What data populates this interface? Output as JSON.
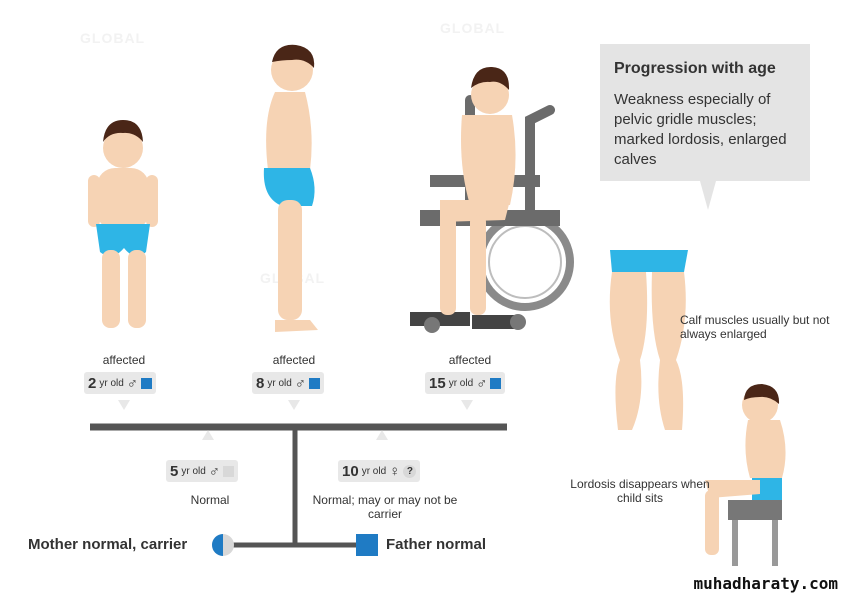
{
  "callout": {
    "title": "Progression with age",
    "body": "Weakness especially of pelvic gridle muscles; marked lordosis, enlarged calves"
  },
  "notes": {
    "calf": "Calf muscles usually but not always enlarged",
    "lordosis": "Lordosis disappears when child sits"
  },
  "children": [
    {
      "status": "affected",
      "age": "2",
      "unit": "yr old",
      "sex": "♂",
      "fill": "#1f7bc4"
    },
    {
      "status": "affected",
      "age": "8",
      "unit": "yr old",
      "sex": "♂",
      "fill": "#1f7bc4"
    },
    {
      "status": "affected",
      "age": "15",
      "unit": "yr old",
      "sex": "♂",
      "fill": "#1f7bc4"
    },
    {
      "status": "Normal",
      "age": "5",
      "unit": "yr old",
      "sex": "♂",
      "fill": "#d8d8d8"
    },
    {
      "status": "Normal; may or may not be carrier",
      "age": "10",
      "unit": "yr old",
      "sex": "♀",
      "symbol": "?"
    }
  ],
  "parents": {
    "mother": "Mother normal, carrier",
    "father": "Father normal"
  },
  "colors": {
    "affected": "#1f7bc4",
    "skin": "#f6d3b4",
    "briefs": "#2eb5e6",
    "hair": "#4a2617",
    "line": "#555555"
  },
  "site": "muhadharaty.com"
}
